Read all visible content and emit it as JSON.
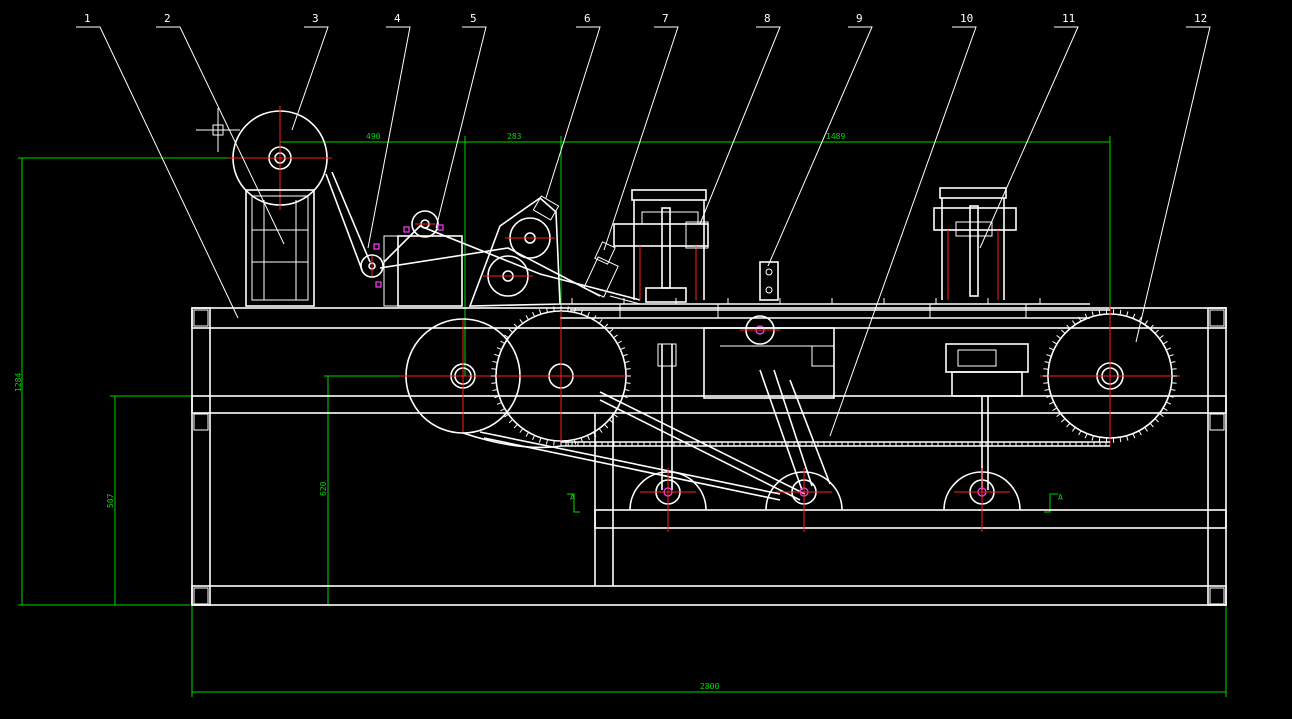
{
  "colors": {
    "background": "#000000",
    "drawing_lines": "#ffffff",
    "dimension_lines": "#00d800",
    "center_lines": "#ff2020",
    "bearings": "#ff40ff"
  },
  "part_labels": [
    "1",
    "2",
    "3",
    "4",
    "5",
    "6",
    "7",
    "8",
    "9",
    "10",
    "11",
    "12"
  ],
  "dimensions": {
    "top_a": "490",
    "top_b": "283",
    "top_c": "1489",
    "overall_height": "1284",
    "left_height": "507",
    "mid_height": "620",
    "overall_length": "2800"
  },
  "section_marks": [
    "A",
    "A"
  ]
}
